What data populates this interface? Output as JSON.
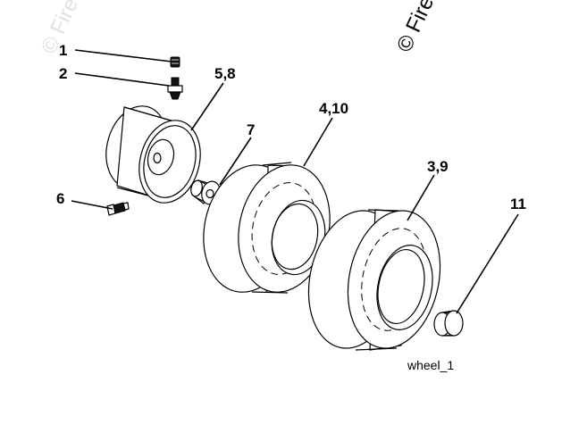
{
  "watermark": {
    "text": "© Fired",
    "text_faint": "© Fired",
    "color": "#000000",
    "faint_color": "#e2e2e2"
  },
  "callouts": [
    {
      "id": "1",
      "label": "1"
    },
    {
      "id": "2",
      "label": "2"
    },
    {
      "id": "5-8",
      "label": "5,8"
    },
    {
      "id": "7",
      "label": "7"
    },
    {
      "id": "4-10",
      "label": "4,10"
    },
    {
      "id": "3-9",
      "label": "3,9"
    },
    {
      "id": "6",
      "label": "6"
    },
    {
      "id": "11",
      "label": "11"
    }
  ],
  "caption": "wheel_1"
}
